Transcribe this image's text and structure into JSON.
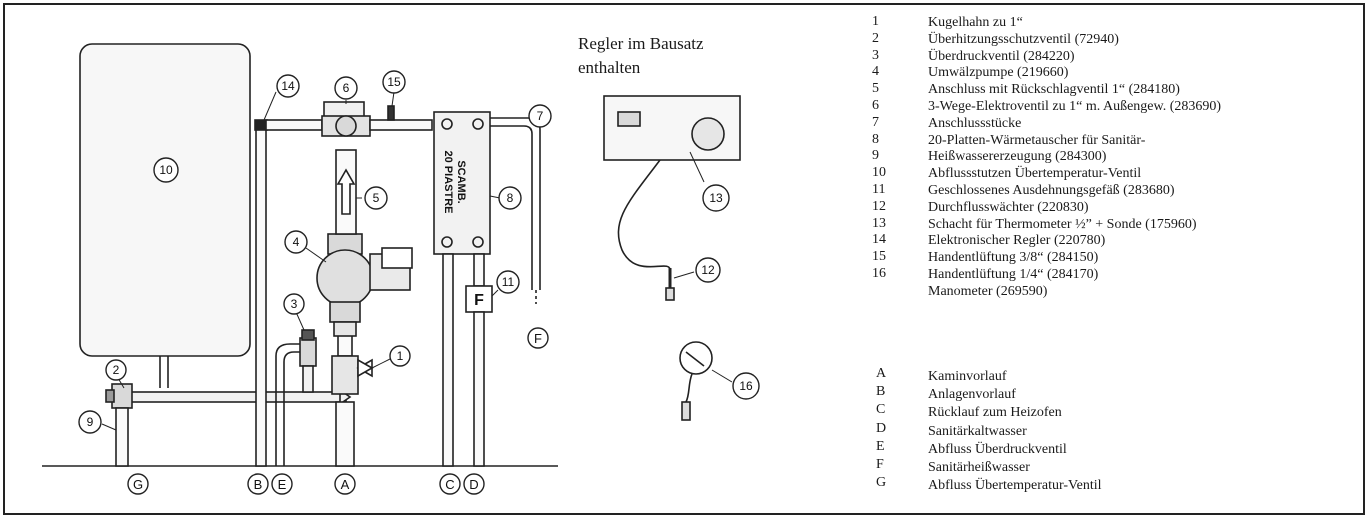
{
  "callouts": {
    "c1": "1",
    "c2": "2",
    "c3": "3",
    "c4": "4",
    "c5": "5",
    "c6": "6",
    "c7": "7",
    "c8": "8",
    "c9": "9",
    "c10": "10",
    "c11": "11",
    "c12": "12",
    "c13": "13",
    "c14": "14",
    "c15": "15",
    "c16": "16"
  },
  "connections": {
    "G": "G",
    "B": "B",
    "E": "E",
    "A": "A",
    "C": "C",
    "D": "D",
    "F": "F"
  },
  "exchanger_label": {
    "line1": "SCAMB.",
    "line2": "20 PIASTRE"
  },
  "flow_switch_label": "F",
  "regler_note": {
    "line1": "Regler im Bausatz",
    "line2": "enthalten"
  },
  "legend_numbers": [
    "1",
    "2",
    "3",
    "4",
    "5",
    "6",
    "7",
    "8",
    "9",
    "10",
    "11",
    "12",
    "13",
    "14",
    "15",
    "16"
  ],
  "legend_texts": [
    "Kugelhahn zu 1“",
    "Überhitzungsschutzventil (72940)",
    "Überdruckventil (284220)",
    "Umwälzpumpe (219660)",
    "Anschluss mit Rückschlagventil 1“ (284180)",
    "3-Wege-Elektroventil zu 1“ m. Außengew. (283690)",
    "Anschlussstücke",
    "20-Platten-Wärmetauscher für Sanitär-",
    "Heißwassererzeugung (284300)",
    "Abflussstutzen Übertemperatur-Ventil",
    "Geschlossenes Ausdehnungsgefäß (283680)",
    "Durchflusswächter (220830)",
    "Schacht für Thermometer ½” + Sonde (175960)",
    "Elektronischer Regler (220780)",
    "Handentlüftung 3/8“ (284150)",
    "Handentlüftung 1/4“ (284170)",
    "Manometer (269590)"
  ],
  "legend_letters": [
    {
      "letter": "A",
      "text": "Kaminvorlauf"
    },
    {
      "letter": "B",
      "text": "Anlagenvorlauf"
    },
    {
      "letter": "C",
      "text": "Rücklauf zum Heizofen"
    },
    {
      "letter": "D",
      "text": "Sanitärkaltwasser"
    },
    {
      "letter": "E",
      "text": "Abfluss Überdruckventil"
    },
    {
      "letter": "F",
      "text": "Sanitärheißwasser"
    },
    {
      "letter": "G",
      "text": "Abfluss Übertemperatur-Ventil"
    }
  ],
  "colors": {
    "line": "#222222",
    "fill_light": "#f2f2f2",
    "fill_mid": "#d9d9d9",
    "fill_dark": "#9a9a9a"
  }
}
